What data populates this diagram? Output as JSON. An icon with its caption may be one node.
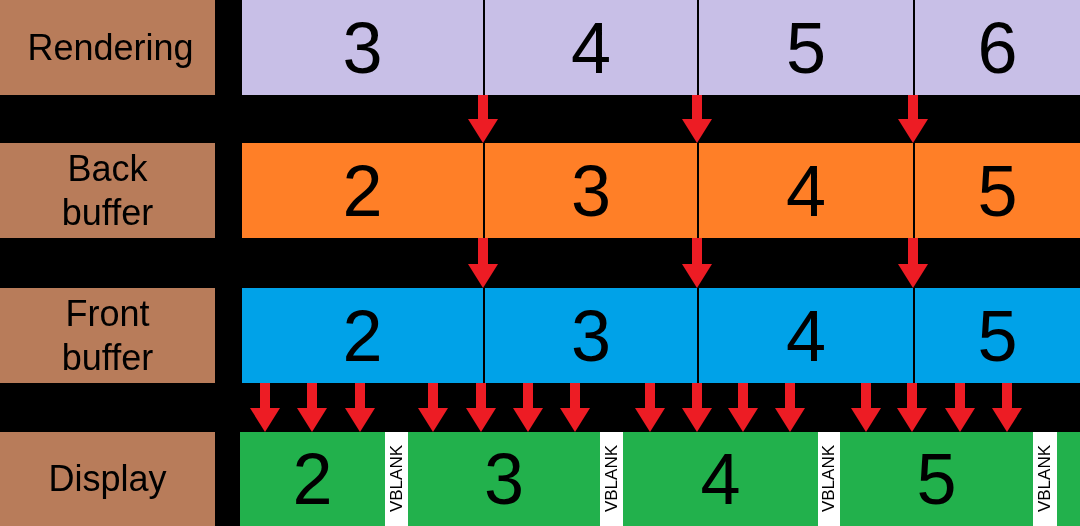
{
  "diagram": {
    "nodes": [
      {
        "text": [
          "Rendering"
        ]
      },
      {
        "text": [
          "Back buffer"
        ]
      },
      {
        "text": [
          "Front buffer"
        ]
      },
      {
        "text": [
          "Display"
        ]
      },
      {
        "text": [
          "3"
        ]
      },
      {
        "text": [
          "4"
        ]
      },
      {
        "text": [
          "5"
        ]
      },
      {
        "text": [
          "6"
        ]
      },
      {
        "text": [
          "2"
        ]
      },
      {
        "text": [
          "3"
        ]
      },
      {
        "text": [
          "4"
        ]
      },
      {
        "text": [
          "5"
        ]
      },
      {
        "text": [
          "2"
        ]
      },
      {
        "text": [
          "3"
        ]
      },
      {
        "text": [
          "4"
        ]
      },
      {
        "text": [
          "5"
        ]
      },
      {
        "text": [
          "2"
        ]
      },
      {
        "text": [
          "VBLANK"
        ]
      },
      {
        "text": [
          "3"
        ]
      },
      {
        "text": [
          "VBLANK"
        ]
      },
      {
        "text": [
          "4"
        ]
      },
      {
        "text": [
          "VBLANK"
        ]
      },
      {
        "text": [
          "5"
        ]
      },
      {
        "text": [
          "VBLANK"
        ]
      },
      {
        "text": [],
        "shape": "box"
      }
    ],
    "edges": [
      {
        "from": 4,
        "to": 9,
        "arrow": "to"
      },
      {
        "from": 5,
        "to": 10,
        "arrow": "to"
      },
      {
        "from": 6,
        "to": 11,
        "arrow": "to"
      },
      {
        "from": 9,
        "to": 13,
        "arrow": "to"
      },
      {
        "from": 10,
        "to": 14,
        "arrow": "to"
      },
      {
        "from": 11,
        "to": 15,
        "arrow": "to"
      },
      {
        "from": 12,
        "to": 16,
        "arrow": "to"
      },
      {
        "from": 12,
        "to": 16,
        "arrow": "to"
      },
      {
        "from": 12,
        "to": 16,
        "arrow": "to"
      },
      {
        "from": 12,
        "to": 18,
        "arrow": "to"
      },
      {
        "from": 13,
        "to": 18,
        "arrow": "to"
      },
      {
        "from": 13,
        "to": 18,
        "arrow": "to"
      },
      {
        "from": 13,
        "to": 18,
        "arrow": "to"
      },
      {
        "from": 13,
        "to": 20,
        "arrow": "to"
      },
      {
        "from": 14,
        "to": 20,
        "arrow": "to"
      },
      {
        "from": 14,
        "to": 20,
        "arrow": "to"
      },
      {
        "from": 14,
        "to": 20,
        "arrow": "to"
      },
      {
        "from": 14,
        "to": 22,
        "arrow": "to"
      },
      {
        "from": 15,
        "to": 22,
        "arrow": "to"
      },
      {
        "from": 15,
        "to": 22,
        "arrow": "to"
      },
      {
        "from": 15,
        "to": 22,
        "arrow": "to"
      }
    ]
  }
}
